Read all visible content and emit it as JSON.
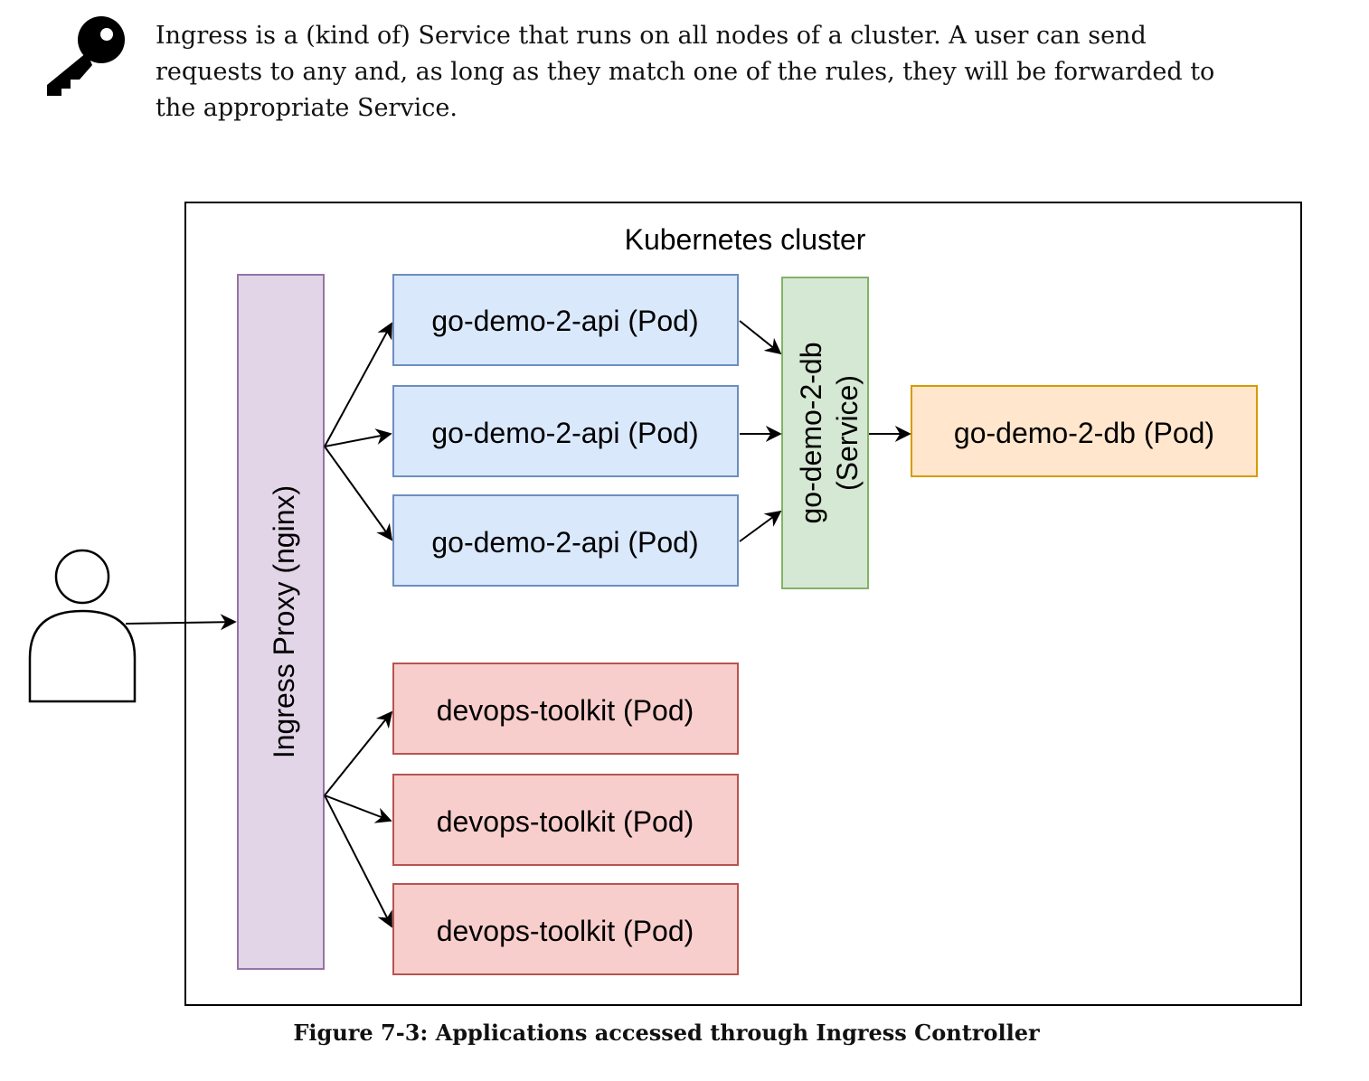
{
  "tip": {
    "icon": "key-icon",
    "text": "Ingress is a (kind of) Service that runs on all nodes of a cluster. A user can send requests to any and, as long as they match one of the rules, they will be forwarded to the appropriate Service."
  },
  "diagram": {
    "cluster_label": "Kubernetes cluster",
    "user_icon": "user-icon",
    "ingress_label": "Ingress Proxy (nginx)",
    "api_pods": [
      "go-demo-2-api (Pod)",
      "go-demo-2-api (Pod)",
      "go-demo-2-api (Pod)"
    ],
    "service_label_line1": "go-demo-2-db",
    "service_label_line2": "(Service)",
    "db_pod_label": "go-demo-2-db (Pod)",
    "toolkit_pods": [
      "devops-toolkit (Pod)",
      "devops-toolkit (Pod)",
      "devops-toolkit (Pod)"
    ],
    "colors": {
      "ingress_fill": "#e1d5e7",
      "ingress_stroke": "#9673a6",
      "api_fill": "#dae8fc",
      "api_stroke": "#6c8ebf",
      "service_fill": "#d5e8d4",
      "service_stroke": "#82b366",
      "db_fill": "#ffe6cc",
      "db_stroke": "#d79b00",
      "toolkit_fill": "#f8cecc",
      "toolkit_stroke": "#b85450"
    }
  },
  "caption": "Figure 7-3: Applications accessed through Ingress Controller"
}
